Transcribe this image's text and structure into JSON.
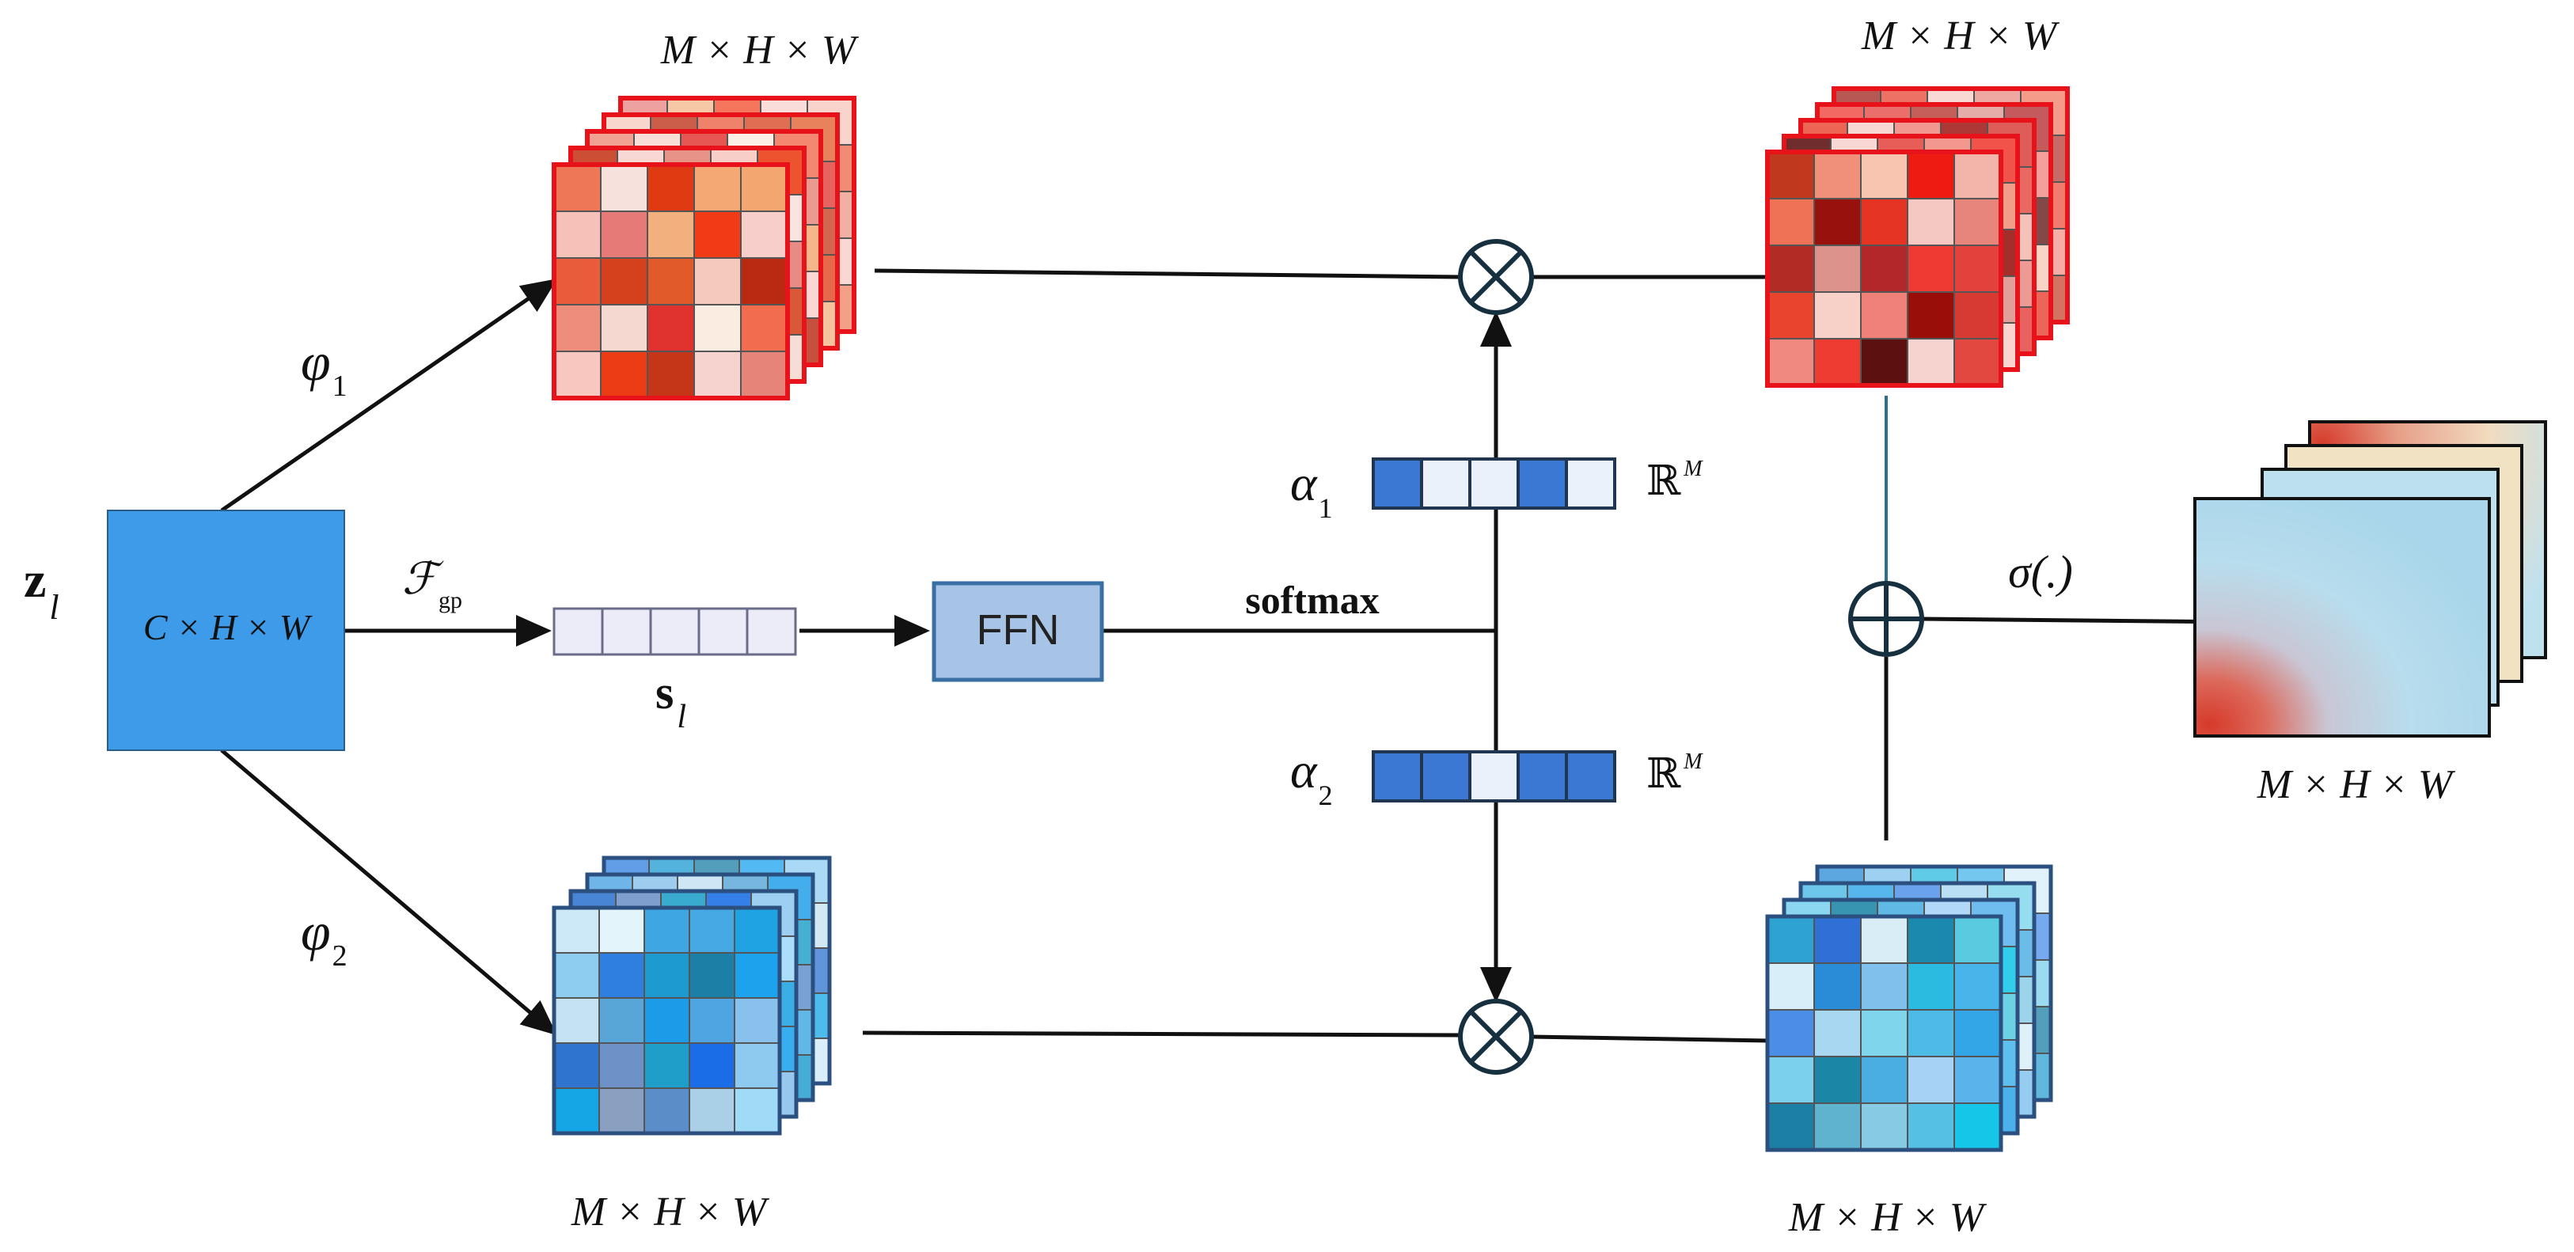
{
  "input_block": {
    "symbol": "z",
    "symbol_sub": "l",
    "dims": "C × H × W",
    "color": "#3d9be9"
  },
  "branches": {
    "phi1": {
      "symbol": "φ",
      "sub": "1"
    },
    "phi2": {
      "symbol": "φ",
      "sub": "2"
    },
    "pool": {
      "symbol": "ℱ",
      "sub": "gp"
    }
  },
  "s_vector": {
    "symbol": "s",
    "sub": "l",
    "cells": [
      "#ececf9",
      "#ececf9",
      "#ececf9",
      "#ececf9",
      "#ececf9"
    ]
  },
  "ffn": {
    "label": "FFN",
    "color": "#a7c4e6"
  },
  "softmax_label": "softmax",
  "alpha1": {
    "symbol": "α",
    "sub": "1",
    "space": "ℝ",
    "space_sup": "M",
    "cells": [
      "#3a78d4",
      "#eaf1fb",
      "#eaf1fb",
      "#3a78d4",
      "#eaf1fb"
    ]
  },
  "alpha2": {
    "symbol": "α",
    "sub": "2",
    "space": "ℝ",
    "space_sup": "M",
    "cells": [
      "#3a78d4",
      "#3a78d4",
      "#eaf1fb",
      "#3a78d4",
      "#3a78d4"
    ]
  },
  "dims_labels": {
    "red_in": "M × H × W",
    "red_out": "M × H × W",
    "blue_in": "M × H × W",
    "blue_out": "M × H × W",
    "final": "M × H × W"
  },
  "activation_label": "σ(.)",
  "operators": {
    "multiply": "⊗",
    "add": "⊕"
  },
  "colors": {
    "red_border": "#e8121a",
    "blue_border": "#2b5080",
    "line": "#111111",
    "teal_line": "#2e6f8e"
  },
  "grids": {
    "red_in": [
      [
        "#ee7757",
        "#f7e1dc",
        "#e03a12",
        "#f4a874",
        "#f3a66f"
      ],
      [
        "#f6c1b8",
        "#e57a76",
        "#f2b07f",
        "#f03b16",
        "#f7ceca"
      ],
      [
        "#e85b3b",
        "#d4411c",
        "#e15b2a",
        "#f6c9bd",
        "#ba2a12"
      ],
      [
        "#ed8d7b",
        "#f5d8d0",
        "#e0322e",
        "#faece1",
        "#f26d50"
      ],
      [
        "#f7c7c0",
        "#ec3c13",
        "#c53618",
        "#f7d3cf",
        "#e58478"
      ]
    ],
    "red_out": [
      [
        "#c0391f",
        "#f0907a",
        "#f7c5b0",
        "#ee1c10",
        "#f2b5aa"
      ],
      [
        "#ef7257",
        "#98110c",
        "#e63424",
        "#f5c8c2",
        "#e7847c"
      ],
      [
        "#b12c24",
        "#dc938b",
        "#b3262a",
        "#ee3a33",
        "#e3413c"
      ],
      [
        "#e9442e",
        "#f7d0c8",
        "#f08179",
        "#9a0e0a",
        "#d73a33"
      ],
      [
        "#f08a80",
        "#ef3c33",
        "#5c1010",
        "#f7d3cf",
        "#e34840"
      ]
    ],
    "blue_in": [
      [
        "#cde9f8",
        "#e3f4fb",
        "#3ea7e3",
        "#46a9e4",
        "#20a3e3"
      ],
      [
        "#8ecdf0",
        "#2f7fe0",
        "#1d9bd1",
        "#1b7fa6",
        "#1da3ee"
      ],
      [
        "#c4e2f1",
        "#58a6d8",
        "#1b9be8",
        "#4fa5e2",
        "#88c1ec"
      ],
      [
        "#2f74cf",
        "#6e92c8",
        "#1d9fc9",
        "#1a6de6",
        "#8ec9ef"
      ],
      [
        "#15a6e6",
        "#8aa0c0",
        "#5b8ec8",
        "#a9d0e6",
        "#9fdaf7"
      ]
    ],
    "blue_out": [
      [
        "#2ea2d3",
        "#2f6fd6",
        "#d8edf6",
        "#1b89ae",
        "#58cbe0"
      ],
      [
        "#d8eef8",
        "#2a8bd6",
        "#7fc1ec",
        "#2cbbe0",
        "#48b5ea"
      ],
      [
        "#4b8ee8",
        "#a8d8f1",
        "#7ed5ec",
        "#4cbbe6",
        "#32a6e7"
      ],
      [
        "#7bd0ee",
        "#1c86a6",
        "#4aaee2",
        "#a6d3f5",
        "#5bb3ec"
      ],
      [
        "#1c7fa6",
        "#5fb3cf",
        "#86cae4",
        "#55c0e4",
        "#15c6e8"
      ]
    ]
  }
}
